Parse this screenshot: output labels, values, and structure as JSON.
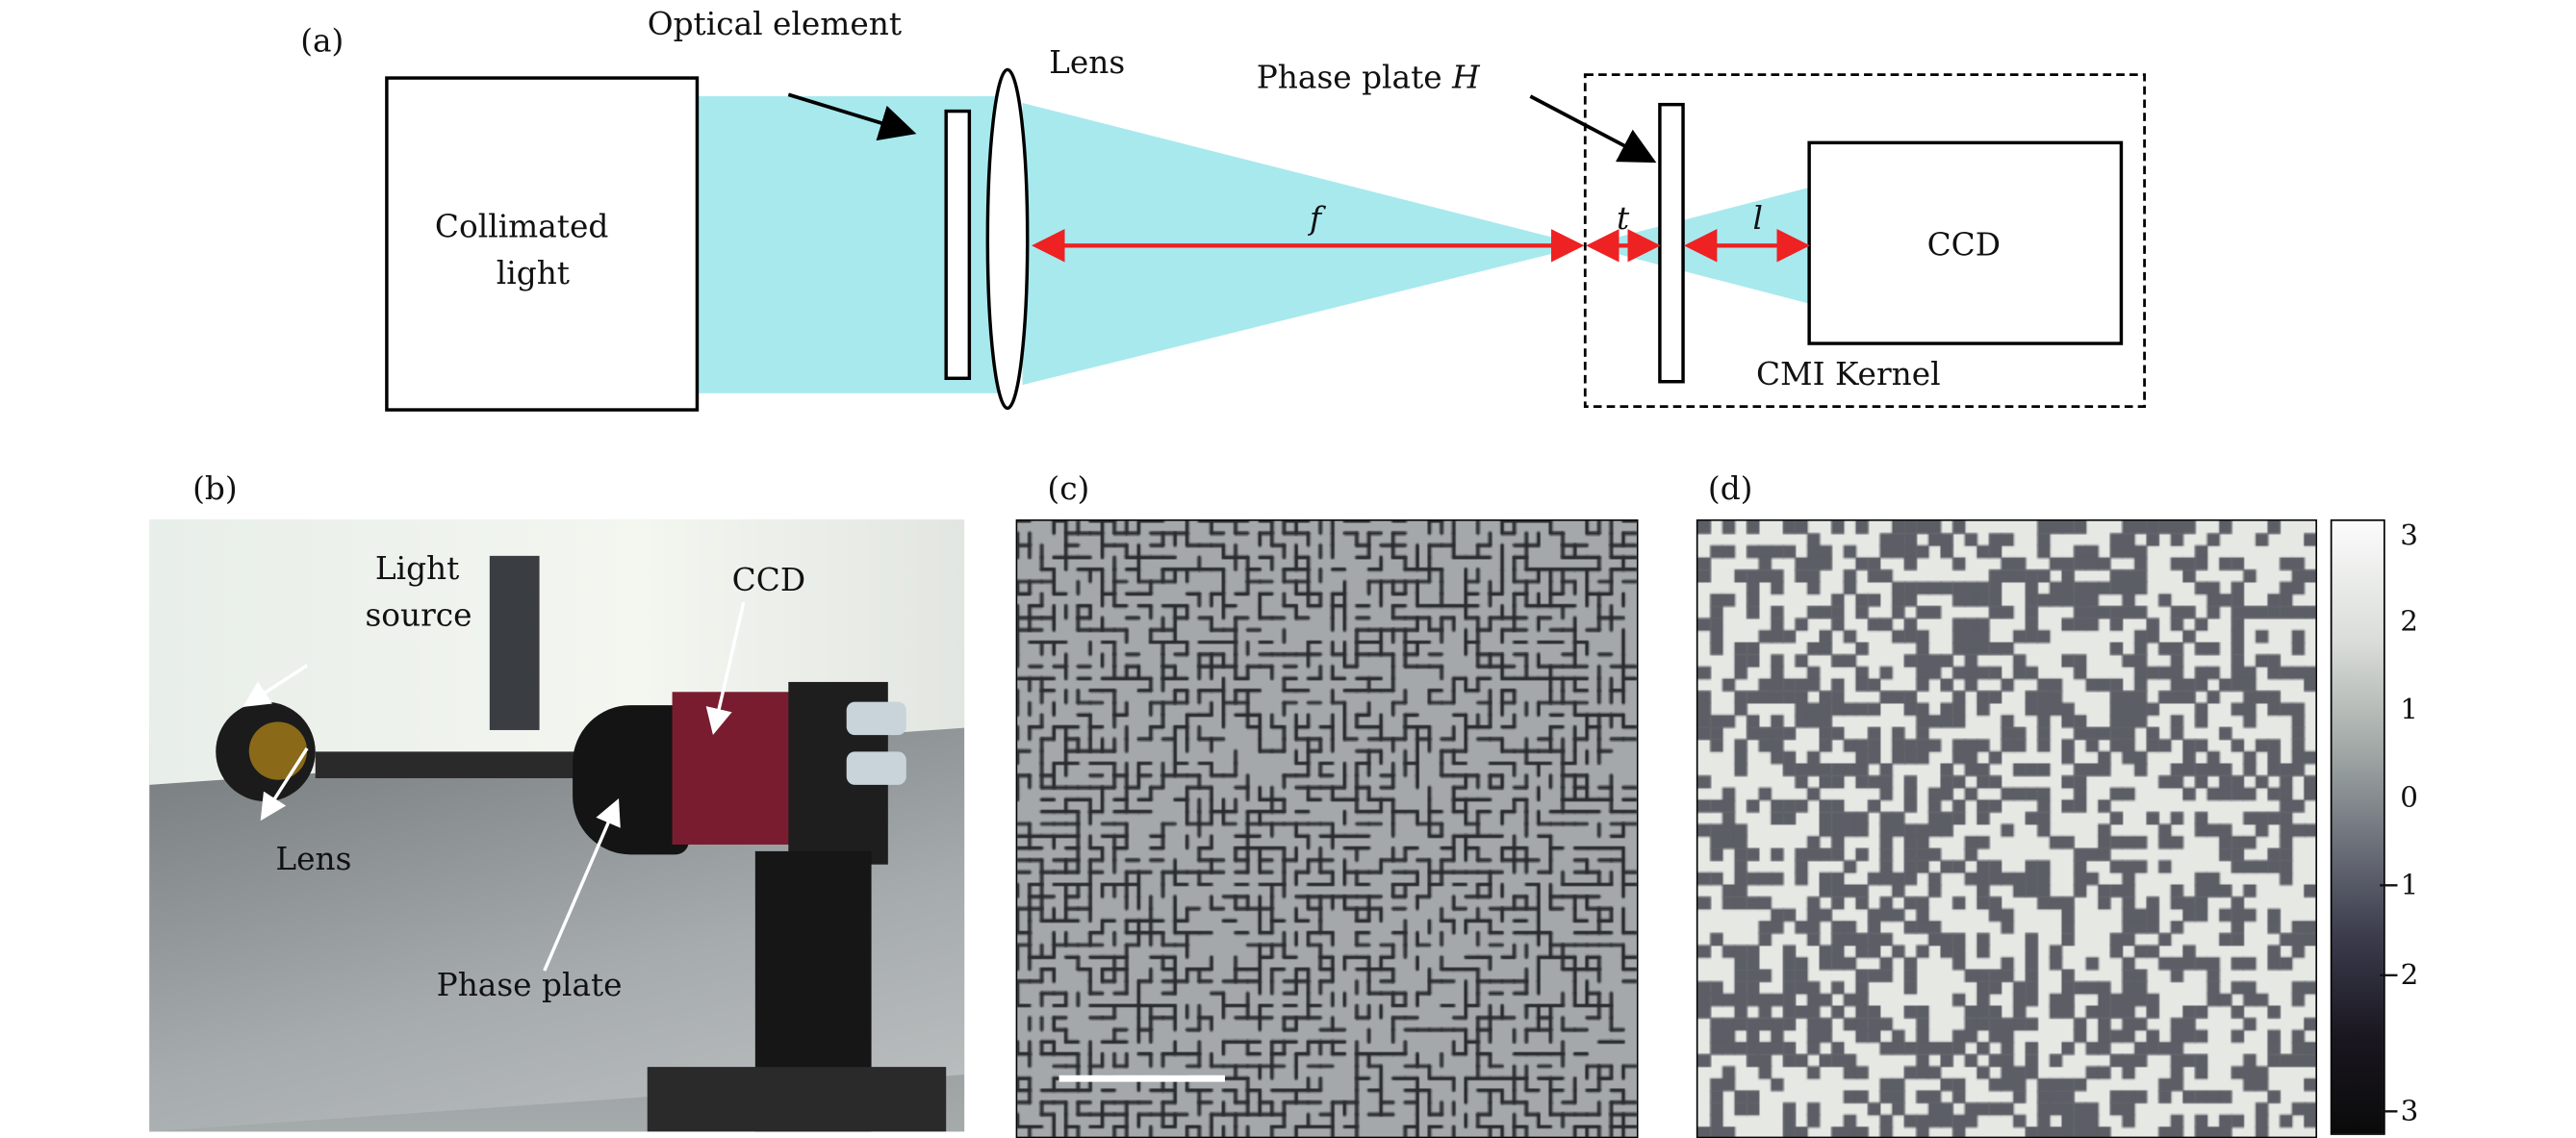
{
  "panel_a": {
    "label": "(a)",
    "collimated_light": [
      "Collimated",
      "light"
    ],
    "optical_element": "Optical element",
    "lens": "Lens",
    "phase_plate": "Phase plate",
    "phase_plate_symbol": "H",
    "focal_length": "f",
    "distance_t": "t",
    "distance_l": "l",
    "ccd": "CCD",
    "kernel": "CMI Kernel",
    "beam_color": "#a8e9ee",
    "arrow_color": "#ee2222"
  },
  "panel_b": {
    "label": "(b)",
    "light_source": [
      "Light",
      "source"
    ],
    "ccd": "CCD",
    "lens": "Lens",
    "phase_plate": "Phase plate"
  },
  "panel_c": {
    "label": "(c)"
  },
  "panel_d": {
    "label": "(d)"
  },
  "colorbar": {
    "ticks": [
      "3",
      "2",
      "1",
      "0",
      "−1",
      "−2",
      "−3"
    ],
    "range": [
      -3.14,
      3.14
    ]
  }
}
